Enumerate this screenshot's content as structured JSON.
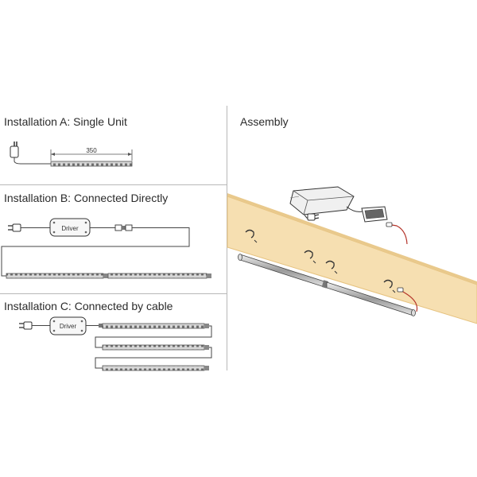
{
  "sections": {
    "a": {
      "title": "Installation A: Single Unit",
      "dimension": "350"
    },
    "b": {
      "title": "Installation B: Connected Directly",
      "driver": "Driver"
    },
    "c": {
      "title": "Installation C: Connected by cable",
      "driver": "Driver"
    },
    "assembly": {
      "title": "Assembly"
    }
  },
  "colors": {
    "strip": "#d4d4d4",
    "strip_dot": "#6f6f6f",
    "wood": "#f6dfb1",
    "wood_edge": "#e9c98c",
    "lead_red": "#b4342a"
  }
}
